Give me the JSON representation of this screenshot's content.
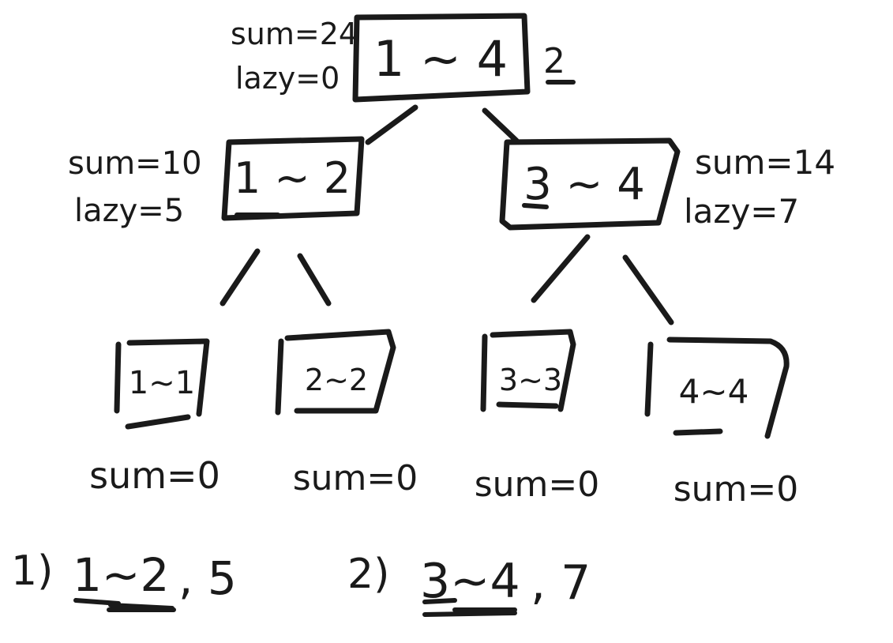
{
  "colors": {
    "ink": "#1a1a1a",
    "background": "#ffffff"
  },
  "root": {
    "range": "1 ~ 4",
    "sum": "sum=24",
    "lazy": "lazy=0",
    "side_note": "2"
  },
  "left": {
    "range": "1 ~ 2",
    "sum": "sum=10",
    "lazy": "lazy=5"
  },
  "right": {
    "range": "3 ~ 4",
    "sum": "sum=14",
    "lazy": "lazy=7"
  },
  "leaves": [
    {
      "range": "1~1",
      "sum": "sum=0"
    },
    {
      "range": "2~2",
      "sum": "sum=0"
    },
    {
      "range": "3~3",
      "sum": "sum=0"
    },
    {
      "range": "4~4",
      "sum": "sum=0"
    }
  ],
  "steps": [
    {
      "label": "1)",
      "range": "1~2",
      "value": ", 5"
    },
    {
      "label": "2)",
      "range": "3~4",
      "value": ", 7"
    }
  ]
}
